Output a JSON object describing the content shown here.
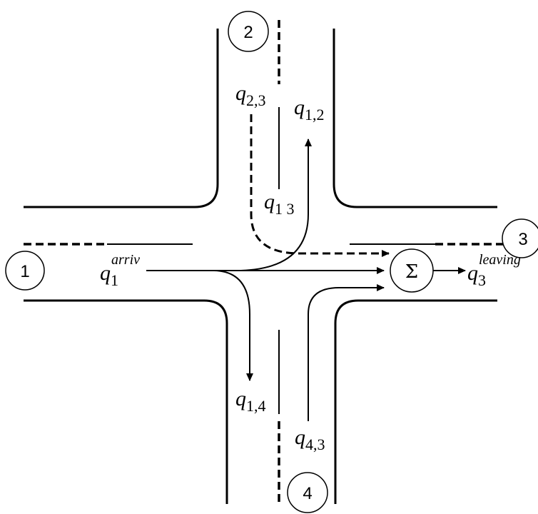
{
  "nodes": {
    "n1": "1",
    "n2": "2",
    "n3": "3",
    "n4": "4",
    "sum": "Σ"
  },
  "labels": {
    "q23": {
      "base": "q",
      "sub": "2,3"
    },
    "q12": {
      "base": "q",
      "sub": "1,2"
    },
    "q13": {
      "base": "q",
      "sub": "1 3"
    },
    "q1_arriv": {
      "base": "q",
      "sub": "1",
      "sup": "arriv"
    },
    "q3_leave": {
      "base": "q",
      "sub": "3",
      "sup": "leaving"
    },
    "q14": {
      "base": "q",
      "sub": "1,4"
    },
    "q43": {
      "base": "q",
      "sub": "4,3"
    }
  }
}
